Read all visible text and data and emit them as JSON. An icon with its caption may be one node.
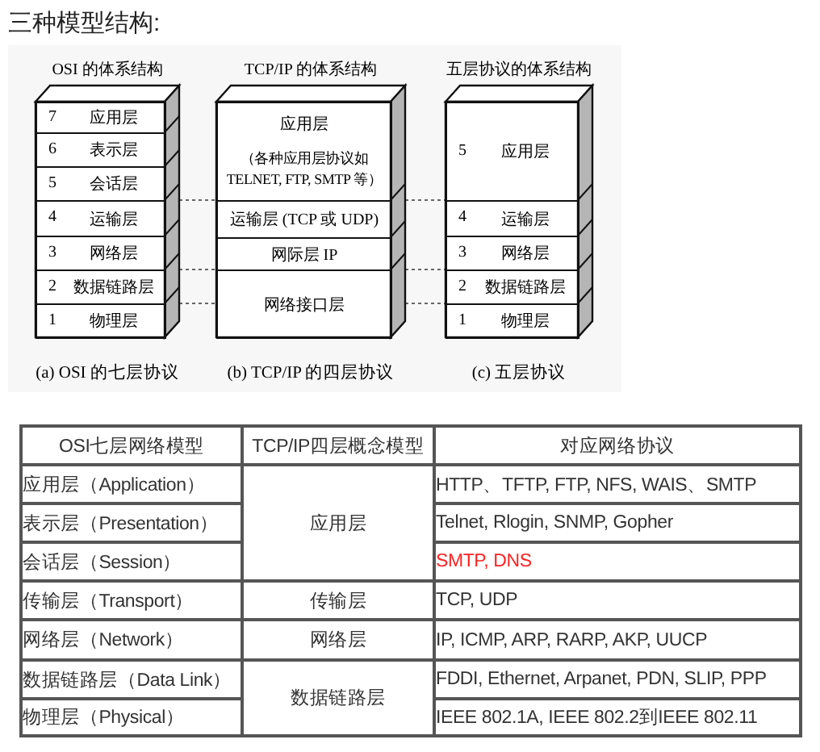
{
  "diagram": {
    "title": "三种模型结构:",
    "nodes": [
      {
        "text": [
          "OSI 的体系结构"
        ],
        "beside": [
          "(a) OSI 的七层协议"
        ]
      },
      {
        "text": [
          "7",
          "应用层"
        ],
        "in": 0
      },
      {
        "text": [
          "6",
          "表示层"
        ],
        "in": 0
      },
      {
        "text": [
          "5",
          "会话层"
        ],
        "in": 0
      },
      {
        "text": [
          "4",
          "运输层"
        ],
        "in": 0
      },
      {
        "text": [
          "3",
          "网络层"
        ],
        "in": 0
      },
      {
        "text": [
          "2",
          "数据链路层"
        ],
        "in": 0
      },
      {
        "text": [
          "1",
          "物理层"
        ],
        "in": 0
      },
      {
        "text": [
          "TCP/IP 的体系结构"
        ],
        "beside": [
          "(b) TCP/IP 的四层协议"
        ]
      },
      {
        "text": [
          "应用层",
          "（各种应用层协议如 TELNET, FTP, SMTP 等）"
        ],
        "in": 8
      },
      {
        "text": [
          "运输层 (TCP 或 UDP)"
        ],
        "in": 8
      },
      {
        "text": [
          "网际层 IP"
        ],
        "in": 8
      },
      {
        "text": [
          "网络接口层"
        ],
        "in": 8
      },
      {
        "text": [
          "五层协议的体系结构"
        ],
        "beside": [
          "(c) 五层协议"
        ]
      },
      {
        "text": [
          "5",
          "应用层"
        ],
        "in": 13
      },
      {
        "text": [
          "4",
          "运输层"
        ],
        "in": 13
      },
      {
        "text": [
          "3",
          "网络层"
        ],
        "in": 13
      },
      {
        "text": [
          "2",
          "数据链路层"
        ],
        "in": 13
      },
      {
        "text": [
          "1",
          "物理层"
        ],
        "in": 13
      }
    ],
    "labels": [
      "OSI七层网络模型",
      "TCP/IP四层概念模型",
      "对应网络协议",
      "应用层（Application）",
      "应用层",
      "HTTP、TFTP, FTP, NFS, WAIS、SMTP",
      "表示层（Presentation）",
      "Telnet, Rlogin, SNMP, Gopher",
      "会话层（Session）",
      "SMTP, DNS",
      "传输层（Transport）",
      "传输层",
      "TCP, UDP",
      "网络层（Network）",
      "网络层",
      "IP, ICMP, ARP, RARP, AKP, UUCP",
      "数据链路层（Data Link）",
      "数据链路层",
      "FDDI, Ethernet, Arpanet, PDN, SLIP, PPP",
      "物理层（Physical）",
      "IEEE 802.1A, IEEE 802.2到IEEE 802.11"
    ]
  }
}
